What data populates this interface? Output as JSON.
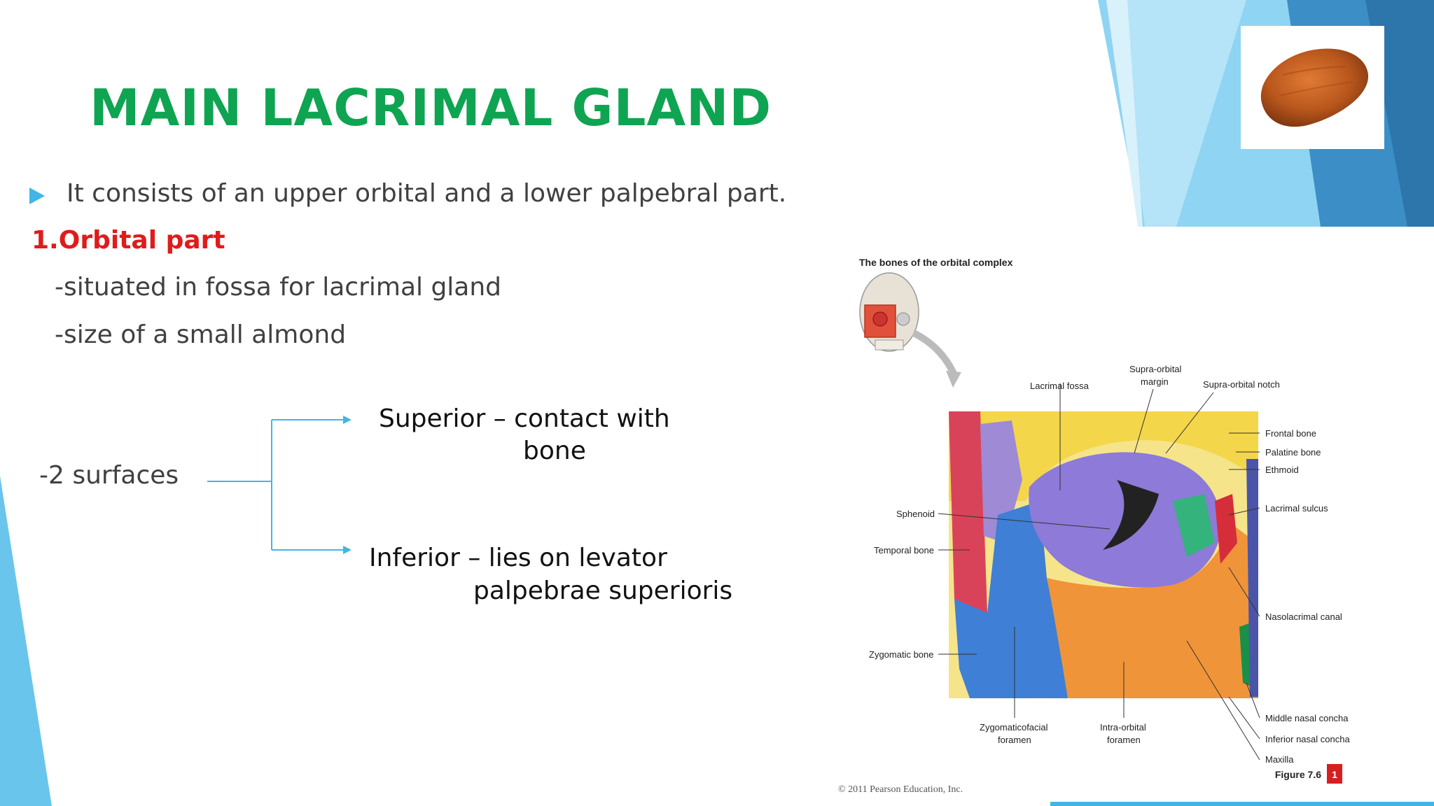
{
  "slide": {
    "title": "MAIN LACRIMAL GLAND",
    "intro": "It consists of an upper orbital and a lower palpebral part.",
    "orbital_heading": "1.Orbital part",
    "orbital_points": [
      "-situated in fossa for lacrimal gland",
      "-size of a small almond"
    ],
    "surfaces_label": "-2 surfaces",
    "superior_line1": "Superior – contact with",
    "superior_line2": "bone",
    "inferior_line1": "Inferior – lies on levator",
    "inferior_line2": "palpebrae superioris"
  },
  "figure": {
    "caption_title": "The bones of the orbital complex",
    "labels": {
      "lacrimal_fossa": "Lacrimal fossa",
      "supra_orbital_margin_1": "Supra-orbital",
      "supra_orbital_margin_2": "margin",
      "supra_orbital_notch": "Supra-orbital notch",
      "frontal_bone": "Frontal bone",
      "palatine_bone": "Palatine bone",
      "ethmoid": "Ethmoid",
      "lacrimal_sulcus": "Lacrimal sulcus",
      "sphenoid": "Sphenoid",
      "temporal_bone": "Temporal bone",
      "nasolacrimal_canal": "Nasolacrimal canal",
      "zygomatic_bone": "Zygomatic bone",
      "zygomaticofacial_1": "Zygomaticofacial",
      "zygomaticofacial_2": "foramen",
      "intra_orbital_1": "Intra-orbital",
      "intra_orbital_2": "foramen",
      "middle_nasal_concha": "Middle nasal concha",
      "inferior_nasal_concha": "Inferior nasal concha",
      "maxilla": "Maxilla"
    },
    "figure_label": "Figure 7.6",
    "figure_badge": "1",
    "copyright": "© 2011 Pearson Education, Inc."
  },
  "colors": {
    "title": "#0fa451",
    "orbital_heading": "#e01b1b",
    "accent_blue": "#41b6e6",
    "body_text": "#404040"
  },
  "icons": [
    "play-bullet-icon",
    "almond-image",
    "skull-thumbnail-icon"
  ]
}
